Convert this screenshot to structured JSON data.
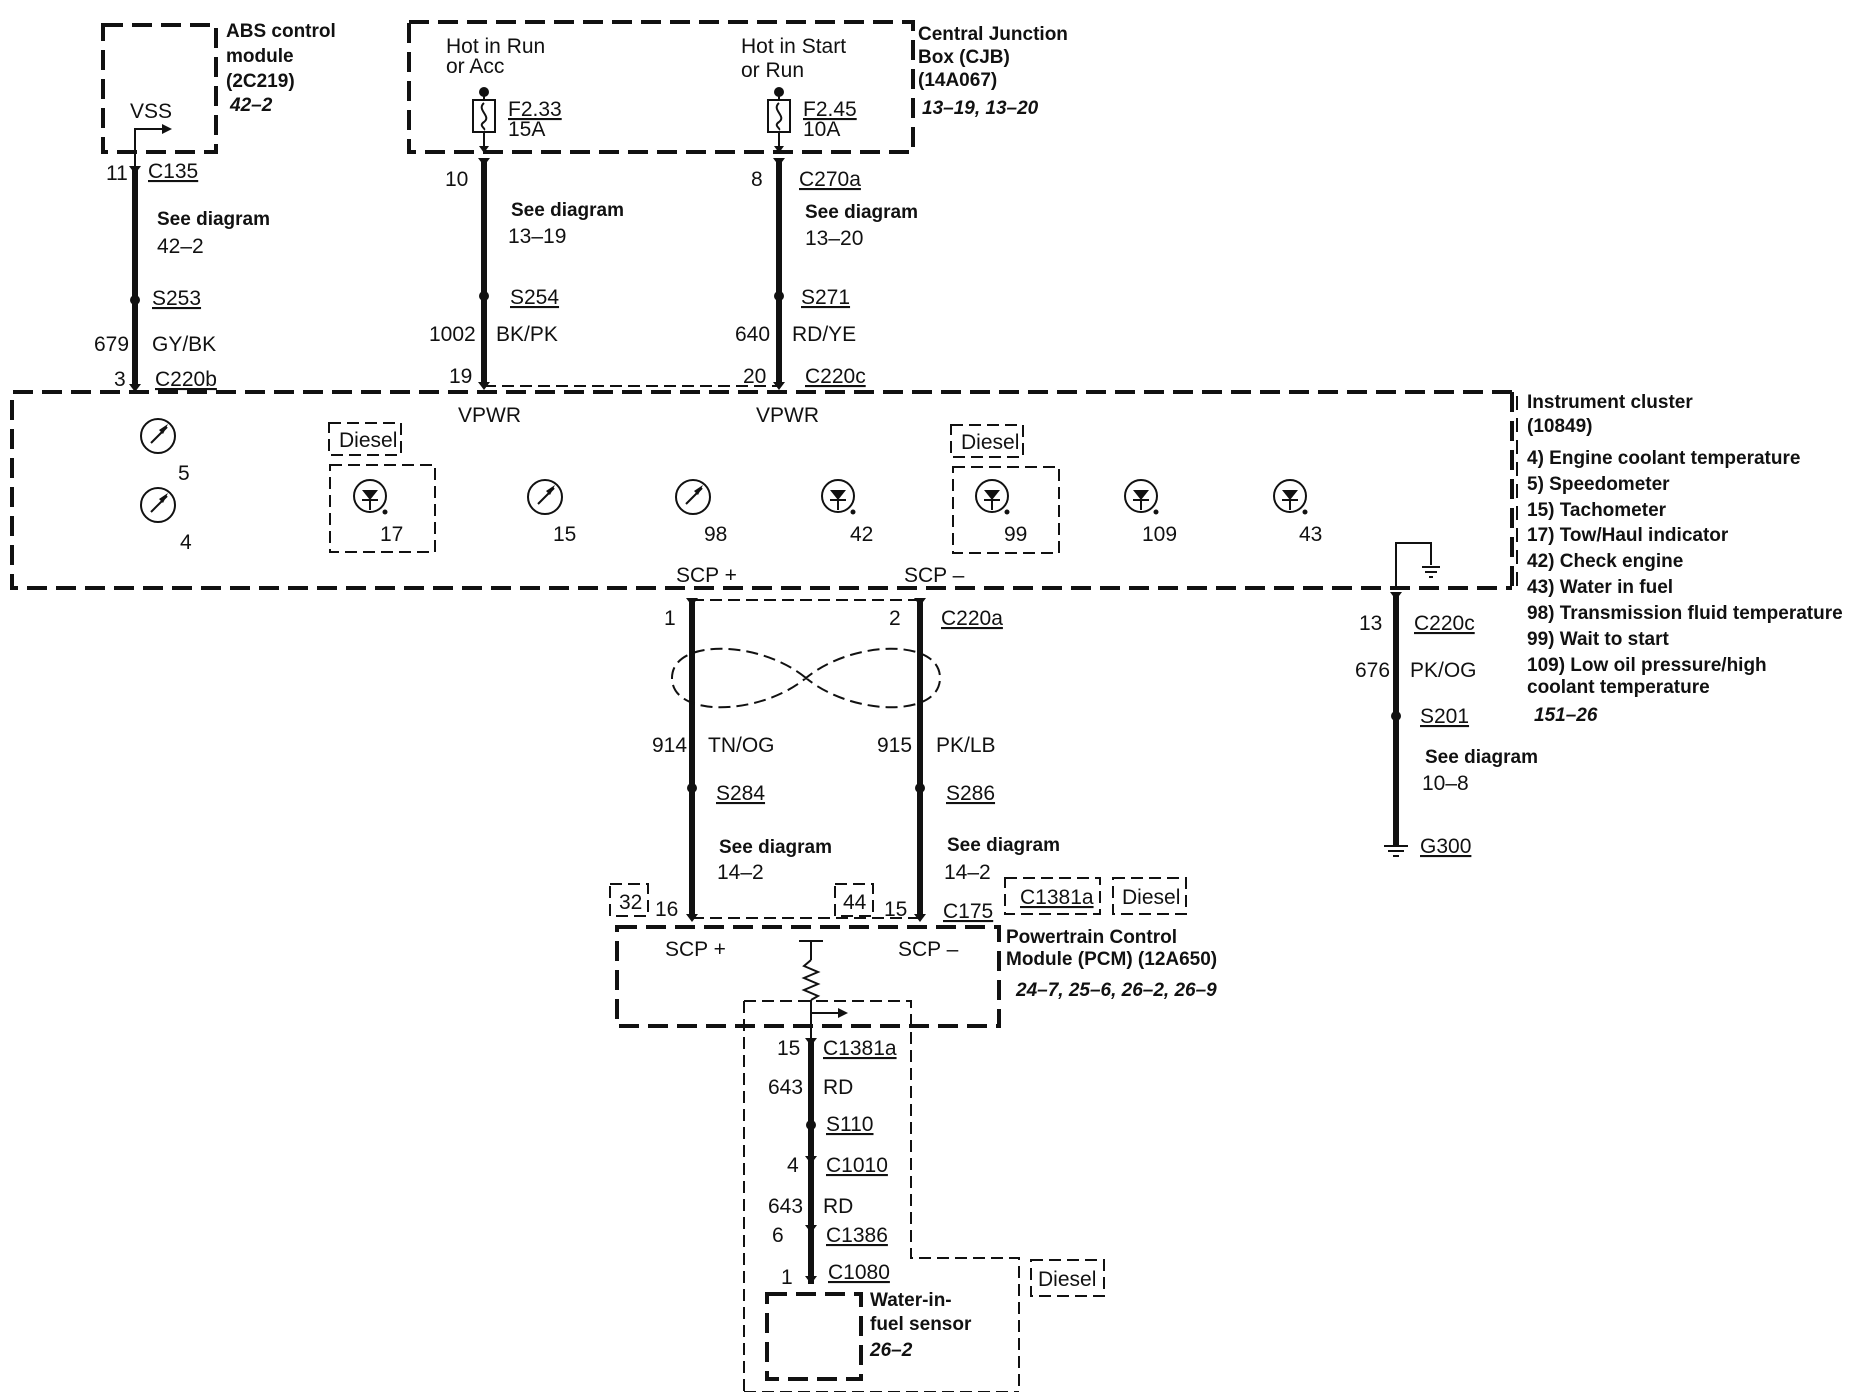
{
  "modules": {
    "abs": {
      "title": "ABS control module",
      "part": "(2C219)",
      "ref": "42–2",
      "pin_label": "VSS"
    },
    "cjb": {
      "title": "Central Junction Box (CJB)",
      "part": "(14A067)",
      "refs": "13–19, 13–20",
      "left_supply": "Hot in Run or Acc",
      "right_supply": "Hot in Start or Run",
      "fuse1_name": "F2.33",
      "fuse1_rating": "15A",
      "fuse2_name": "F2.45",
      "fuse2_rating": "10A"
    },
    "cluster": {
      "title": "Instrument cluster",
      "part": "(10849)",
      "ref": "151–26",
      "legend": [
        "4) Engine coolant temperature",
        "5) Speedometer",
        "15) Tachometer",
        "17) Tow/Haul indicator",
        "42) Check engine",
        "43) Water in fuel",
        "98) Transmission fluid temperature",
        "99) Wait to start",
        "109) Low oil pressure/high coolant temperature"
      ],
      "vpwr": "VPWR",
      "scp_plus": "SCP +",
      "scp_minus": "SCP –",
      "diesel": "Diesel",
      "gauge_nums": [
        "5",
        "4",
        "15",
        "98"
      ],
      "lamp_nums": [
        "17",
        "42",
        "99",
        "109",
        "43"
      ]
    },
    "pcm": {
      "title": "Powertrain Control Module (PCM) (12A650)",
      "refs": "24–7, 25–6, 26–2, 26–9",
      "scp_plus": "SCP +",
      "scp_minus": "SCP –",
      "box32": "32",
      "box44": "44"
    },
    "wif": {
      "title": "Water-in-fuel sensor",
      "ref": "26–2"
    }
  },
  "wires": {
    "abs": {
      "pin_top": "11",
      "conn_top": "C135",
      "see": "See diagram",
      "see_ref": "42–2",
      "splice": "S253",
      "circuit": "679",
      "color": "GY/BK",
      "pin_bottom": "3",
      "conn_bottom": "C220b"
    },
    "f233": {
      "pin_top": "10",
      "see": "See diagram",
      "see_ref": "13–19",
      "splice": "S254",
      "circuit": "1002",
      "color": "BK/PK",
      "pin_bottom": "19"
    },
    "f245": {
      "pin_top": "8",
      "conn_top": "C270a",
      "see": "See diagram",
      "see_ref": "13–20",
      "splice": "S271",
      "circuit": "640",
      "color": "RD/YE",
      "pin_bottom": "20",
      "conn_bottom": "C220c"
    },
    "scp_plus": {
      "pin_top": "1",
      "circuit": "914",
      "color": "TN/OG",
      "splice": "S284",
      "see": "See diagram",
      "see_ref": "14–2",
      "pin_bottom": "16"
    },
    "scp_minus": {
      "pin_top": "2",
      "conn_top": "C220a",
      "circuit": "915",
      "color": "PK/LB",
      "splice": "S286",
      "see": "See diagram",
      "see_ref": "14–2",
      "pin_bottom": "15",
      "conn_bottom": "C175",
      "conn_c1381a": "C1381a",
      "diesel": "Diesel"
    },
    "ground": {
      "pin": "13",
      "conn": "C220c",
      "circuit": "676",
      "color": "PK/OG",
      "splice": "S201",
      "see": "See diagram",
      "see_ref": "10–8",
      "ground": "G300"
    },
    "wif": {
      "pin1": "15",
      "conn1": "C1381a",
      "circuit1": "643",
      "color1": "RD",
      "splice": "S110",
      "pin2": "4",
      "conn2": "C1010",
      "circuit2": "643",
      "color2": "RD",
      "pin3": "6",
      "conn3": "C1386",
      "pin4": "1",
      "conn4": "C1080",
      "diesel": "Diesel"
    }
  }
}
